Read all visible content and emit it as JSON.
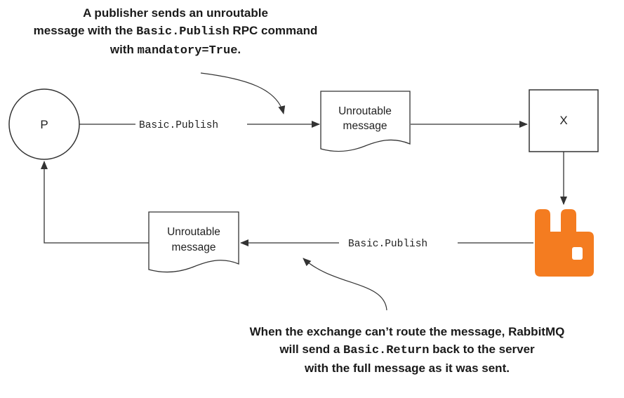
{
  "top_caption": {
    "line1": "A publisher sends an unroutable",
    "line2_pre": "message with the ",
    "line2_code": "Basic.Publish",
    "line2_post": " RPC command",
    "line3_pre": "with ",
    "line3_code": "mandatory=True",
    "line3_post": "."
  },
  "bottom_caption": {
    "line1": "When the exchange can’t route the message, RabbitMQ",
    "line2_pre": "will send a ",
    "line2_code": "Basic.Return",
    "line2_post": " back to the server",
    "line3": "with the full message as it was sent."
  },
  "nodes": {
    "publisher": "P",
    "exchange": "X",
    "message_top": {
      "line1": "Unroutable",
      "line2": "message"
    },
    "message_bottom": {
      "line1": "Unroutable",
      "line2": "message"
    }
  },
  "edges": {
    "publish_top": "Basic.Publish",
    "publish_bottom": "Basic.Publish"
  },
  "colors": {
    "rabbitmq": "#f47c20",
    "line": "#333333"
  }
}
